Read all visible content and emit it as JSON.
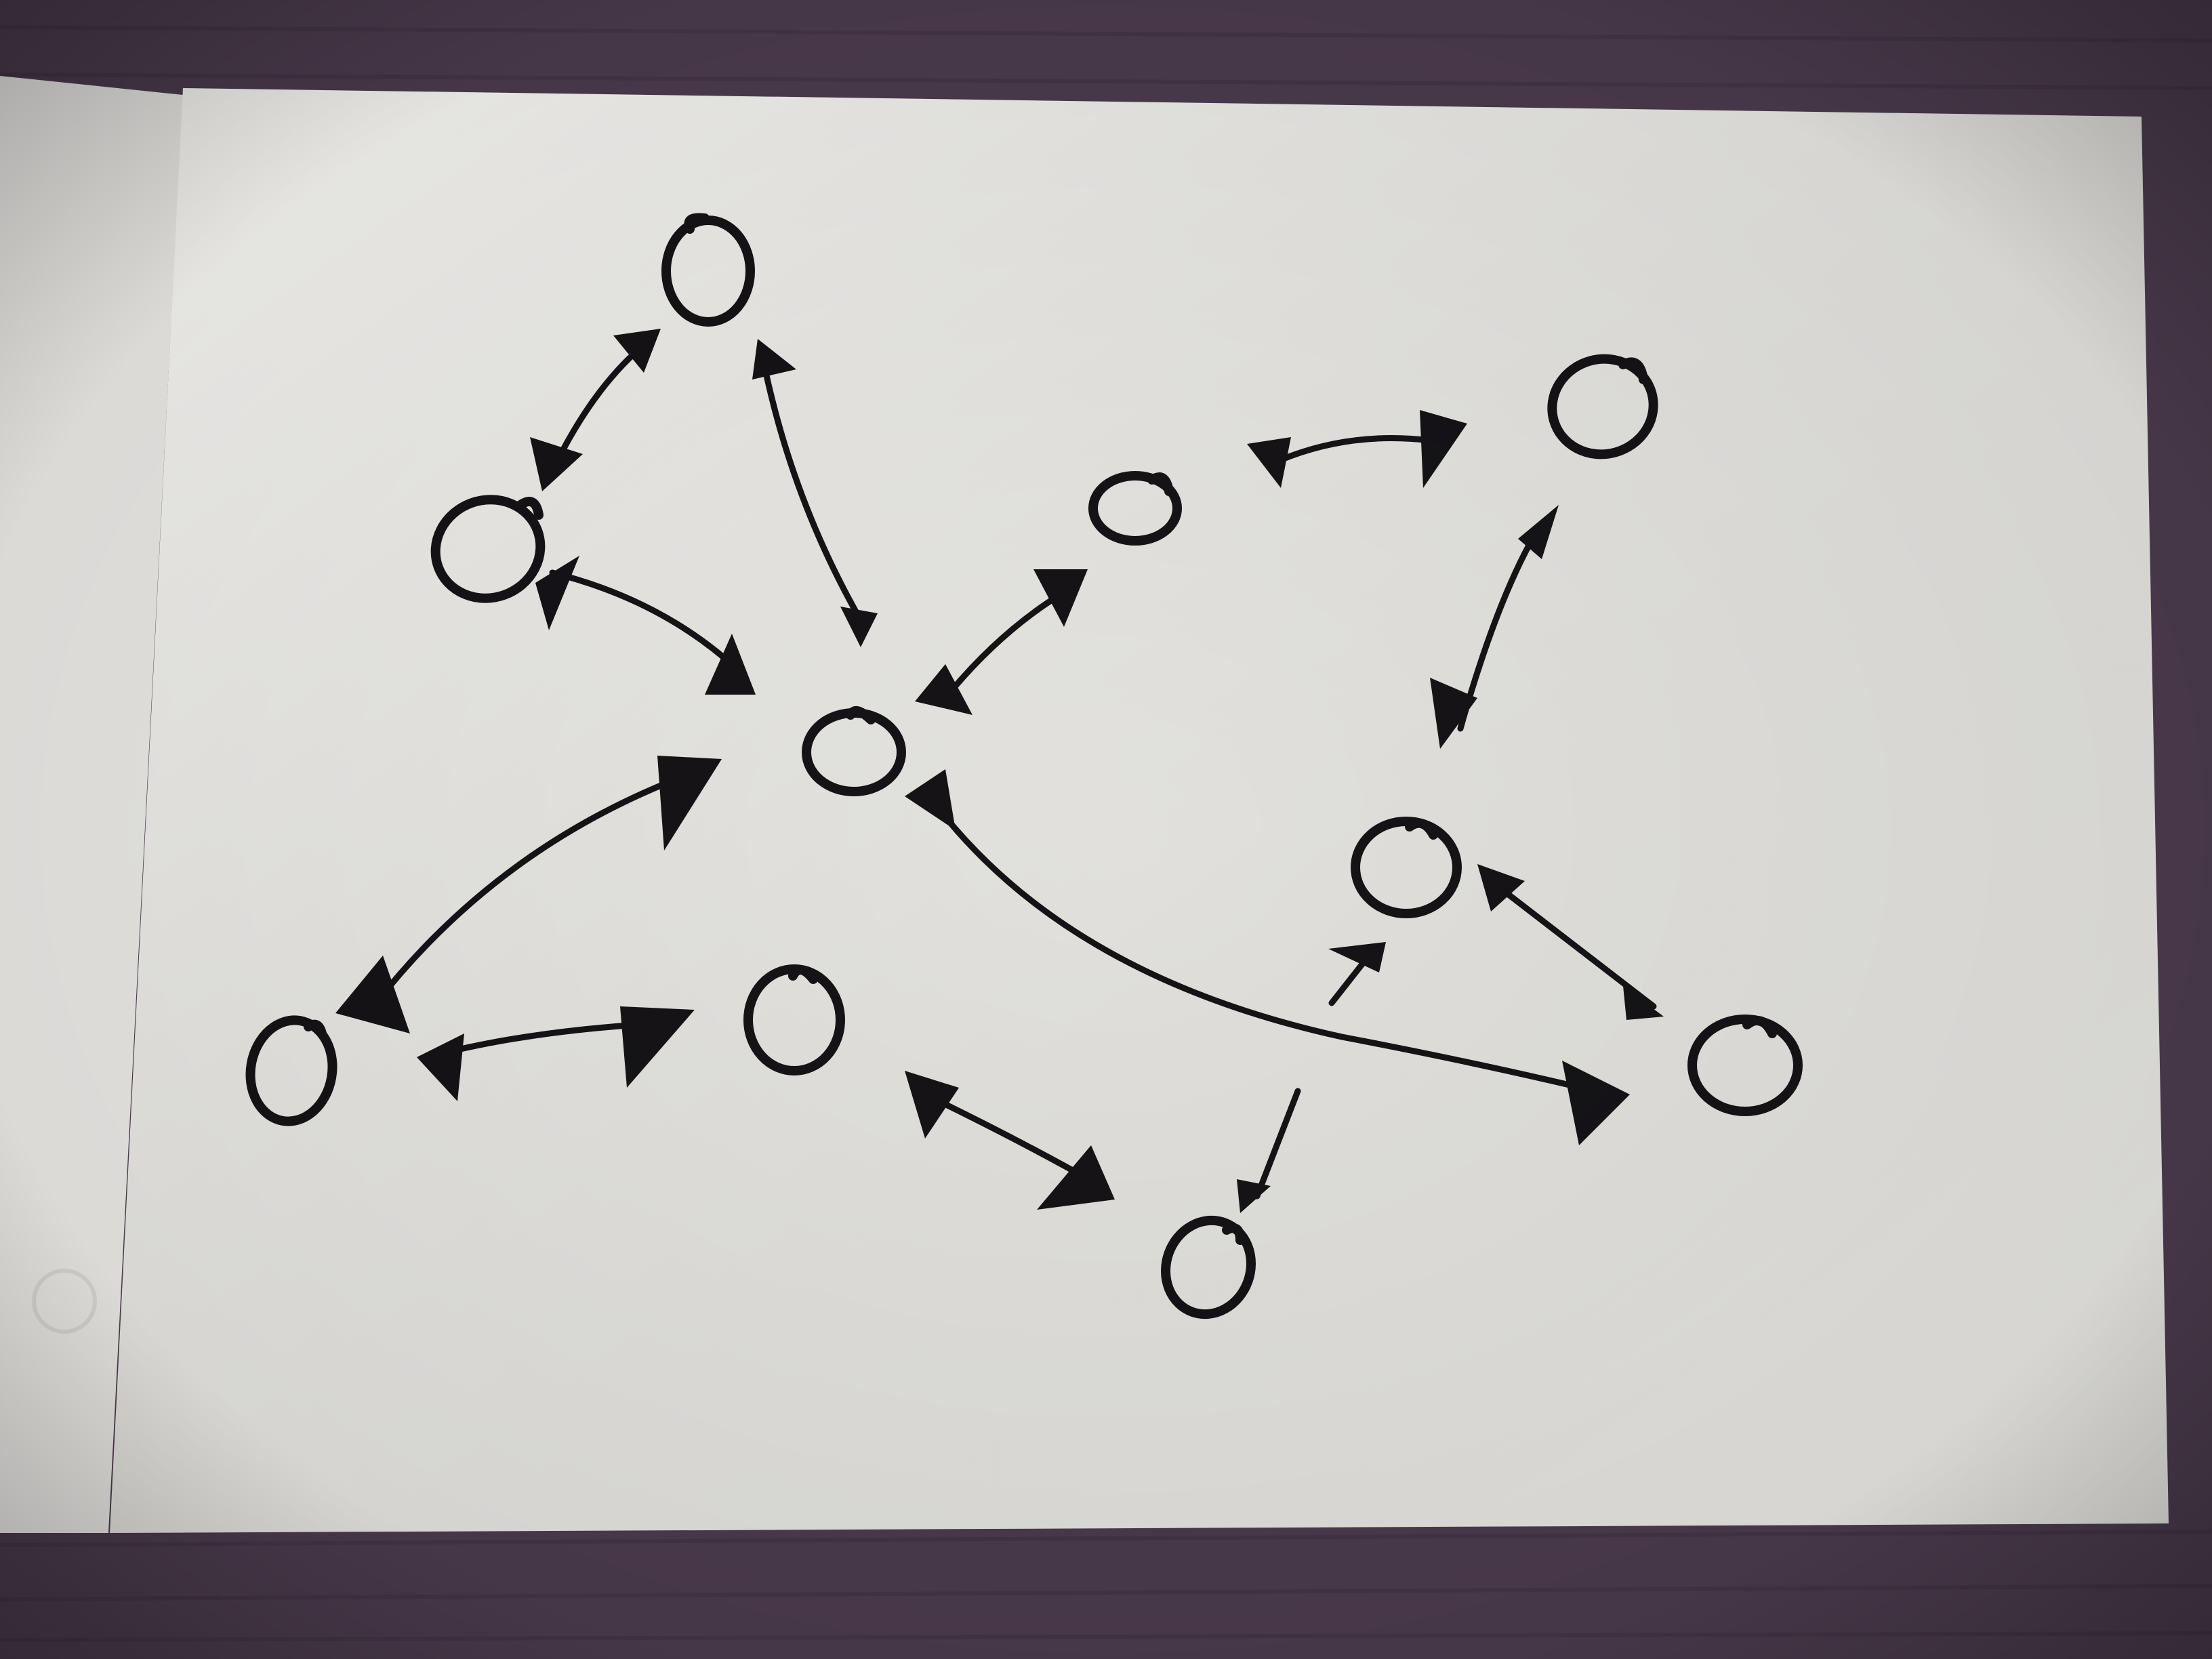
{
  "photo": {
    "table_color": "#4a3a4c",
    "paper_color": "#f3f2ee",
    "left_page_color": "#e6e5e2",
    "ink_color": "#151316"
  },
  "diagram": {
    "nodes": [
      {
        "id": "n1"
      },
      {
        "id": "n2"
      },
      {
        "id": "n3"
      },
      {
        "id": "n4"
      },
      {
        "id": "n5"
      },
      {
        "id": "n6"
      },
      {
        "id": "n7"
      },
      {
        "id": "n8"
      },
      {
        "id": "n9"
      },
      {
        "id": "n10"
      },
      {
        "id": "n11"
      },
      {
        "id": "n12"
      }
    ],
    "edges": [
      {
        "from": "n1",
        "to": "n2",
        "direction": "both"
      },
      {
        "from": "n1",
        "to": "n3",
        "direction": "both"
      },
      {
        "from": "n2",
        "to": "n3",
        "direction": "both"
      },
      {
        "from": "n4",
        "to": "n3",
        "direction": "both"
      },
      {
        "from": "n4",
        "to": "n5",
        "direction": "both"
      },
      {
        "from": "n5",
        "to": "n6",
        "direction": "both"
      },
      {
        "from": "n3",
        "to": "n7",
        "direction": "both"
      },
      {
        "from": "n7",
        "to": "n8",
        "direction": "both"
      },
      {
        "from": "n3",
        "to": "n11",
        "direction": "both"
      },
      {
        "from": "n6",
        "to": "n11",
        "direction": "both"
      },
      {
        "from": "n9",
        "to": "n10",
        "direction": "both"
      },
      {
        "from": "n12",
        "to": "n6",
        "direction": "single"
      },
      {
        "from": "n12",
        "to": "n10",
        "direction": "single"
      }
    ]
  }
}
